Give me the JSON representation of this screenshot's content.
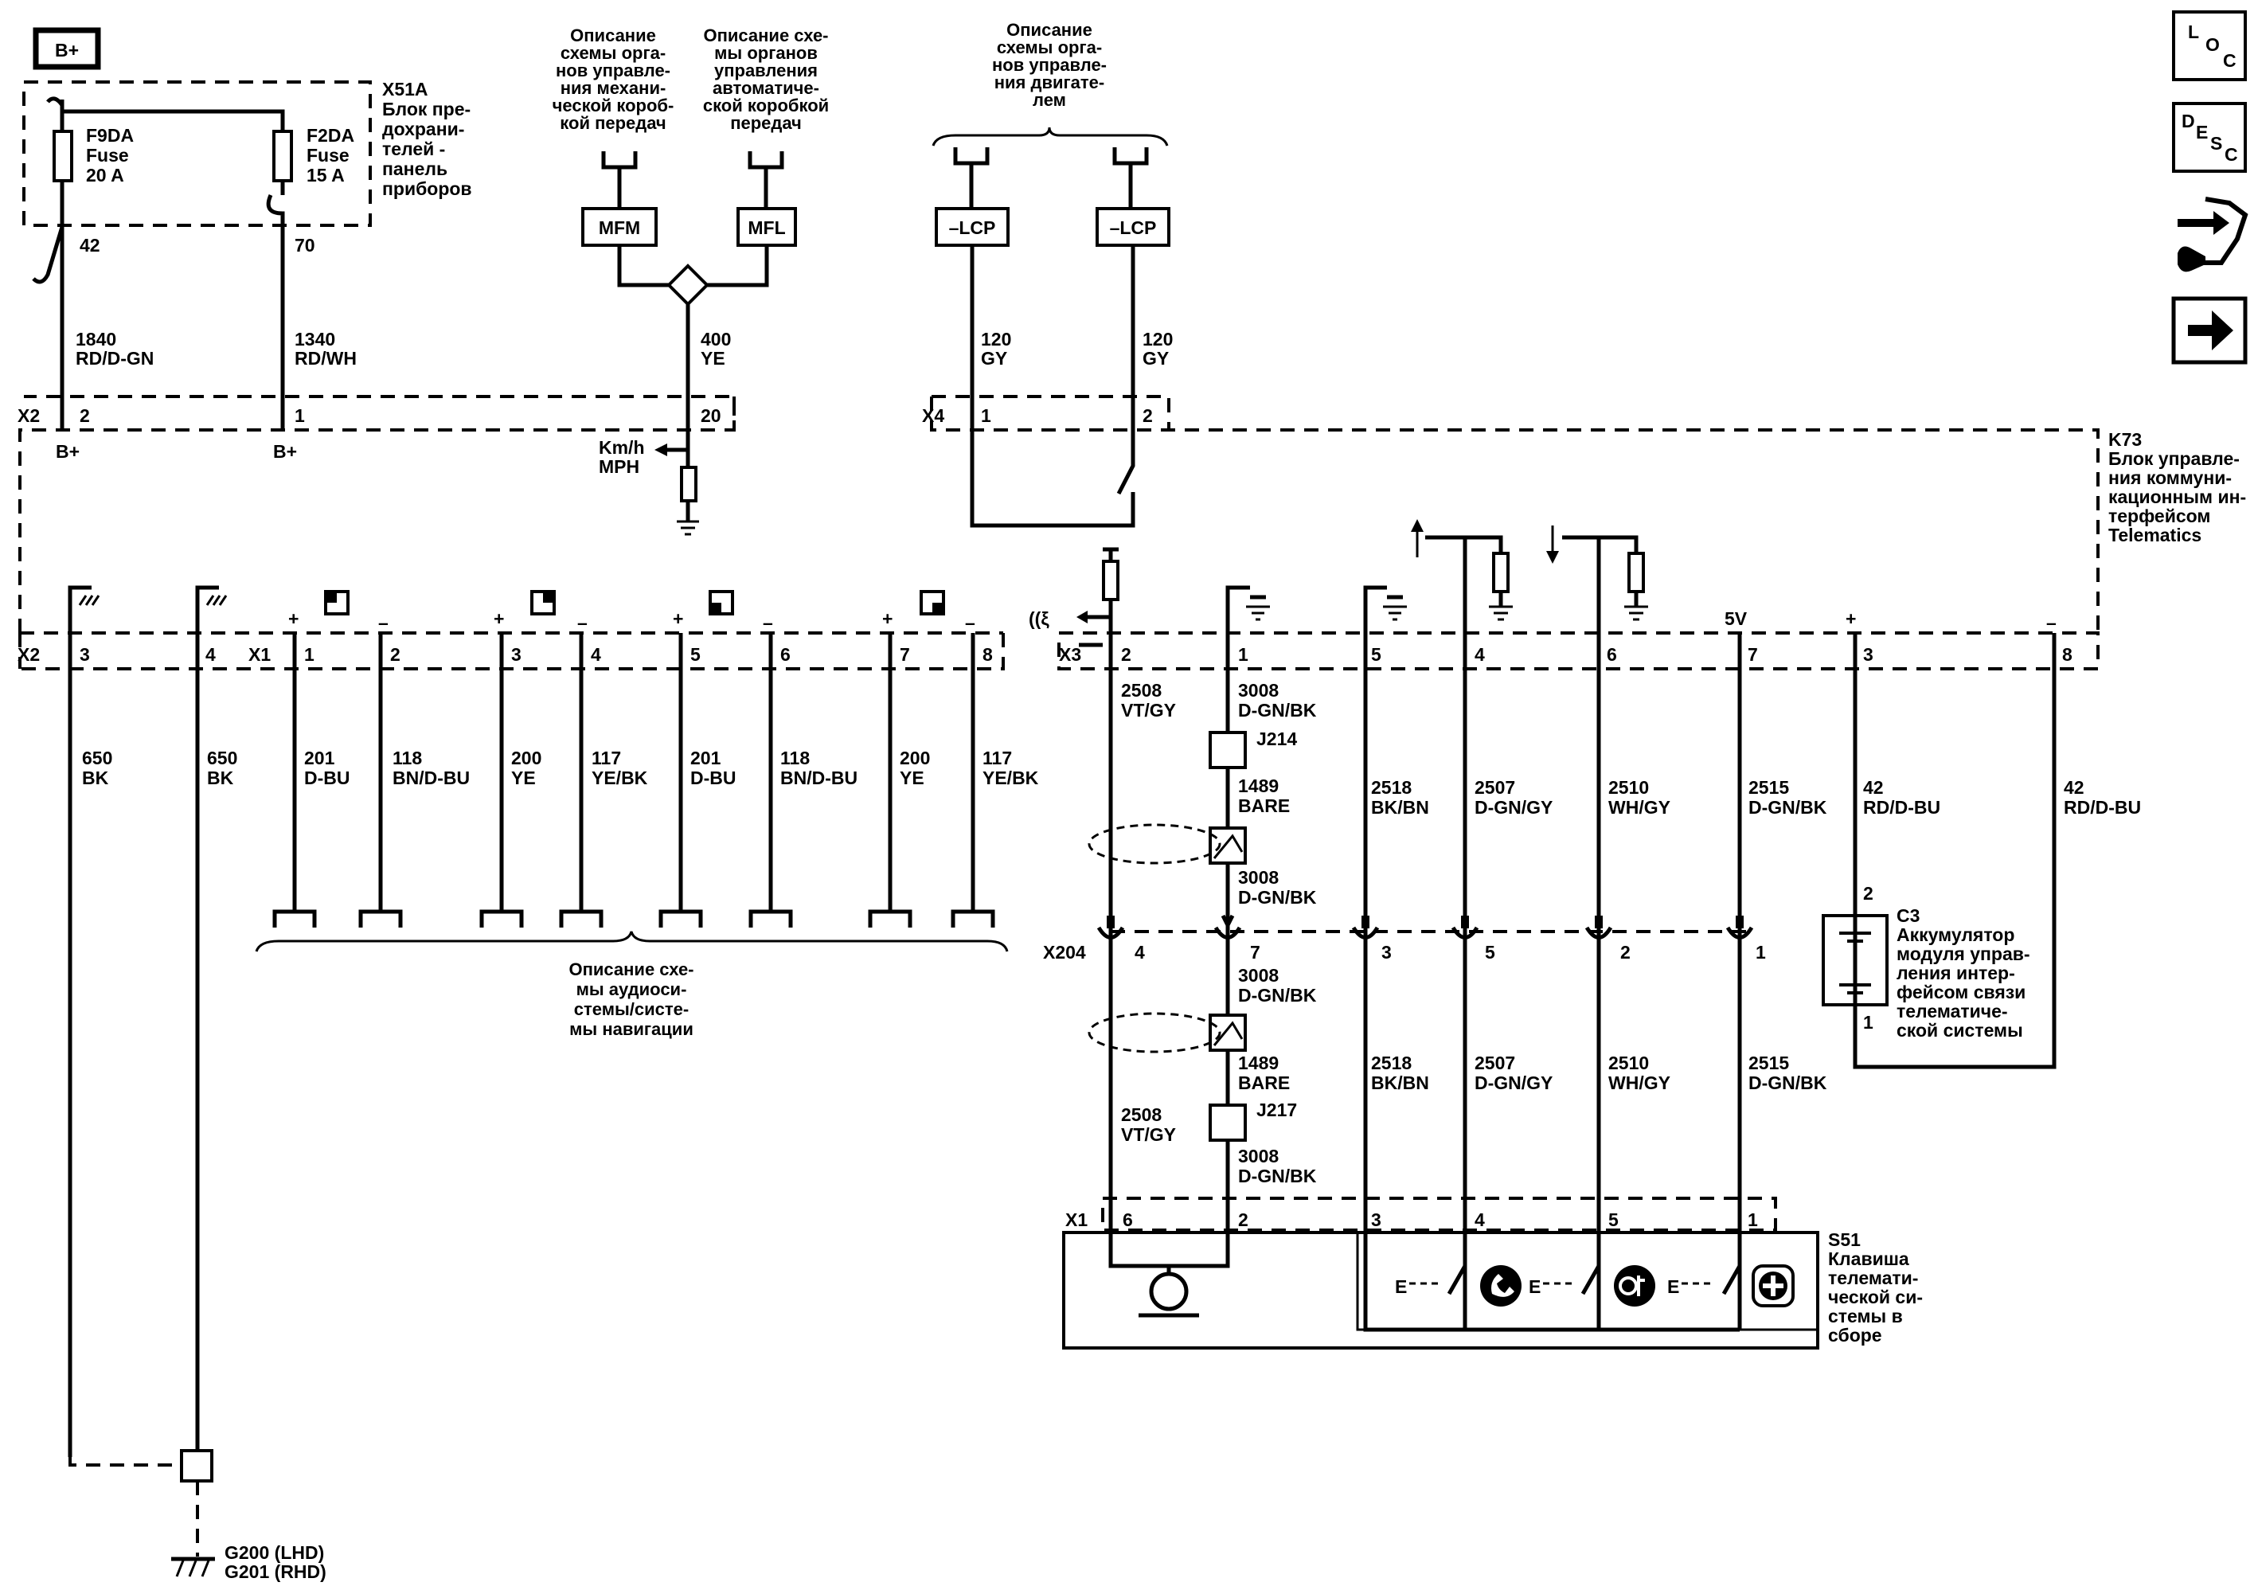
{
  "power": {
    "bplus_label": "B+"
  },
  "fuse_block": {
    "id": "X51A",
    "title": [
      "Блок пре-",
      "дохрани-",
      "телей -",
      "панель",
      "приборов"
    ],
    "fuses": [
      {
        "name": "F9DA",
        "type": "Fuse",
        "rating": "20 A",
        "pin": "42",
        "circuit": "1840",
        "color": "RD/D-GN"
      },
      {
        "name": "F2DA",
        "type": "Fuse",
        "rating": "15 A",
        "pin": "70",
        "circuit": "1340",
        "color": "RD/WH"
      }
    ]
  },
  "top_refs": {
    "manual_trans": [
      "Описание",
      "схемы орга-",
      "нов управле-",
      "ния механи-",
      "ческой короб-",
      "кой передач"
    ],
    "auto_trans": [
      "Описание схе-",
      "мы органов",
      "управления",
      "автоматиче-",
      "ской коробкой",
      "передач"
    ],
    "engine": [
      "Описание",
      "схемы орга-",
      "нов управле-",
      "ния двигате-",
      "лем"
    ]
  },
  "mod_labels": {
    "mfm": "MFM",
    "mfl": "MFL",
    "lcp1": "–LCP",
    "lcp2": "–LCP"
  },
  "speed_circuit": {
    "circuit": "400",
    "color": "YE",
    "pin": "20",
    "kmh": "Km/h",
    "mph": "MPH"
  },
  "lcp_circuits": [
    {
      "circuit": "120",
      "color": "GY",
      "pin": "1"
    },
    {
      "circuit": "120",
      "color": "GY",
      "pin": "2"
    }
  ],
  "connectors": {
    "x2": "X2",
    "x4": "X4",
    "x1": "X1",
    "x3": "X3",
    "x204": "X204",
    "x1b": "X1"
  },
  "top_pins": {
    "p2": "2",
    "p1": "1",
    "bplus1": "B+",
    "bplus2": "B+"
  },
  "module": {
    "id": "K73",
    "title": [
      "Блок управле-",
      "ния коммуни-",
      "кационным ин-",
      "терфейсом",
      "Telematics"
    ]
  },
  "ground_wires": [
    {
      "pin": "3",
      "circuit": "650",
      "color": "BK"
    },
    {
      "pin": "4",
      "circuit": "650",
      "color": "BK"
    }
  ],
  "audio_wires": [
    {
      "pin": "1",
      "circuit": "201",
      "color": "D-BU",
      "sign": "+"
    },
    {
      "pin": "2",
      "circuit": "118",
      "color": "BN/D-BU",
      "sign": "–"
    },
    {
      "pin": "3",
      "circuit": "200",
      "color": "YE",
      "sign": "+"
    },
    {
      "pin": "4",
      "circuit": "117",
      "color": "YE/BK",
      "sign": "–"
    },
    {
      "pin": "5",
      "circuit": "201",
      "color": "D-BU",
      "sign": "+"
    },
    {
      "pin": "6",
      "circuit": "118",
      "color": "BN/D-BU",
      "sign": "–"
    },
    {
      "pin": "7",
      "circuit": "200",
      "color": "YE",
      "sign": "+"
    },
    {
      "pin": "8",
      "circuit": "117",
      "color": "YE/BK",
      "sign": "–"
    }
  ],
  "audio_ref": [
    "Описание схе-",
    "мы аудиоси-",
    "стемы/систе-",
    "мы навигации"
  ],
  "x3_wires": [
    {
      "pin": "2",
      "circuit": "2508",
      "color": "VT/GY",
      "x204": "4",
      "s51": "6"
    },
    {
      "pin": "1",
      "circuit": "3008",
      "color": "D-GN/BK",
      "x204": "7",
      "s51": "2"
    },
    {
      "pin": "5",
      "circuit": "2518",
      "color": "BK/BN",
      "x204": "3",
      "s51": "3"
    },
    {
      "pin": "4",
      "circuit": "2507",
      "color": "D-GN/GY",
      "x204": "5",
      "s51": "4"
    },
    {
      "pin": "6",
      "circuit": "2510",
      "color": "WH/GY",
      "x204": "2",
      "s51": "5"
    },
    {
      "pin": "7",
      "circuit": "2515",
      "color": "D-GN/BK",
      "x204": "1",
      "s51": "1"
    },
    {
      "pin": "3",
      "circuit": "42",
      "color": "RD/D-BU"
    },
    {
      "pin": "8",
      "circuit": "42",
      "color": "RD/D-BU"
    }
  ],
  "five_v": "5V",
  "bare": {
    "circuit": "1489",
    "color": "BARE"
  },
  "upper_3008": {
    "circuit": "3008",
    "color": "D-GN/BK"
  },
  "splices": {
    "j214": "J214",
    "j217": "J217"
  },
  "battery": {
    "id": "C3",
    "pin_top": "2",
    "pin_bottom": "1",
    "title": [
      "Аккумулятор",
      "модуля управ-",
      "ления интер-",
      "фейсом связи",
      "телематиче-",
      "ской системы"
    ]
  },
  "switch": {
    "id": "S51",
    "title": [
      "Клавиша",
      "телемати-",
      "ческой си-",
      "стемы в",
      "сборе"
    ]
  },
  "ground": {
    "lines": [
      "G200 (LHD)",
      "G201 (RHD)"
    ]
  },
  "side_icons": [
    "loc-icon",
    "desc-icon",
    "connector-view-icon",
    "next-arrow-icon"
  ],
  "side_text": {
    "loc_l": "L",
    "loc_o": "O",
    "loc_c": "C",
    "desc_d": "D",
    "desc_e": "E",
    "desc_s": "S",
    "desc_c": "C"
  }
}
